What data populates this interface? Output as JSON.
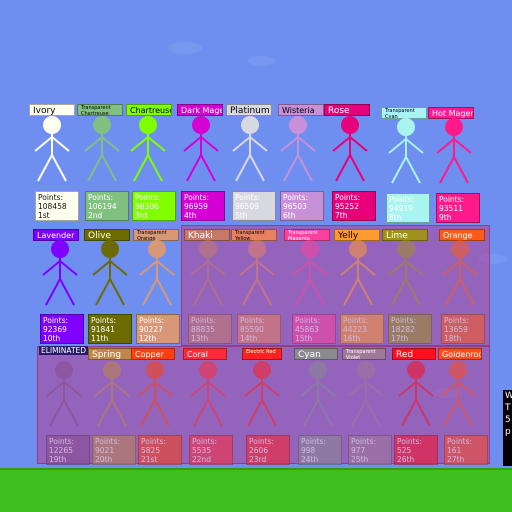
{
  "eliminated_label": "ELIMINATED",
  "side_panel": [
    "W",
    "T",
    "5",
    "p"
  ],
  "contestants": [
    {
      "name": "Ivory",
      "color": "#fffff0",
      "points": "Points:\n108458\n1st",
      "dark": true
    },
    {
      "name": "Transparent Chartreuse",
      "color": "#80c080",
      "points": "Points:\n106194\n2nd",
      "dark": false
    },
    {
      "name": "Chartreuse",
      "color": "#7fff00",
      "points": "Points:\n98306\n3rd",
      "dark": false
    },
    {
      "name": "Dark Magenta",
      "color": "#d400d4",
      "points": "Points:\n96959\n4th",
      "dark": false
    },
    {
      "name": "Platinum",
      "color": "#d8d8e0",
      "points": "Points:\n96509\n5th",
      "dark": false
    },
    {
      "name": "Wisteria",
      "color": "#c890d8",
      "points": "Points:\n96503\n6th",
      "dark": false
    },
    {
      "name": "Rose",
      "color": "#e8007a",
      "points": "Points:\n95252\n7th",
      "dark": false
    },
    {
      "name": "Transparent Cyan",
      "color": "#a8f4ee",
      "points": "Points:\n94919\n8th",
      "dark": false
    },
    {
      "name": "Hot Magenta",
      "color": "#ff1a8c",
      "points": "Points:\n93511\n9th",
      "dark": false
    },
    {
      "name": "Lavender",
      "color": "#7f00ff",
      "points": "Points:\n92369\n10th",
      "dark": false
    },
    {
      "name": "Olive",
      "color": "#6b6b00",
      "points": "Points:\n91841\n11th",
      "dark": false
    },
    {
      "name": "Transparent Orange",
      "color": "#d89878",
      "points": "Points:\n90227\n12th",
      "dark": false
    },
    {
      "name": "Khaki",
      "color": "#c87868",
      "points": "Points:\n88835\n13th",
      "dark": false
    },
    {
      "name": "Transparent Yellow",
      "color": "#e88060",
      "points": "Points:\n85590\n14th",
      "dark": false
    },
    {
      "name": "Transparent Magenta",
      "color": "#ff40a0",
      "points": "Points:\n45863\n15th",
      "dark": false
    },
    {
      "name": "Yelly",
      "color": "#ff9a30",
      "points": "Points:\n44223\n16th",
      "dark": false
    },
    {
      "name": "Lime",
      "color": "#a09020",
      "points": "Points:\n18282\n17th",
      "dark": false
    },
    {
      "name": "Orange",
      "color": "#ff5a18",
      "points": "Points:\n13659\n18th",
      "dark": false
    },
    {
      "name": "",
      "color": "#8a4a8a",
      "points": "Points:\n12265\n19th",
      "dark": false
    },
    {
      "name": "Spring",
      "color": "#c08848",
      "points": "Points:\n9021\n20th",
      "dark": false
    },
    {
      "name": "Copper",
      "color": "#ff4010",
      "points": "Points:\n5825\n21st",
      "dark": false
    },
    {
      "name": "Coral",
      "color": "#ff2a3a",
      "points": "Points:\n5535\n22nd",
      "dark": false
    },
    {
      "name": "Electric Red",
      "color": "#ff2020",
      "points": "Points:\n2606\n23rd",
      "dark": false
    },
    {
      "name": "Cyan",
      "color": "#8a8a90",
      "points": "Points:\n998\n24th",
      "dark": false
    },
    {
      "name": "Transparent Violet",
      "color": "#a07898",
      "points": "Points:\n977\n25th",
      "dark": false
    },
    {
      "name": "Red",
      "color": "#ff1020",
      "points": "Points:\n525\n26th",
      "dark": false
    },
    {
      "name": "Goldenrod",
      "color": "#ff4a20",
      "points": "Points:\n161\n27th",
      "dark": false
    }
  ]
}
